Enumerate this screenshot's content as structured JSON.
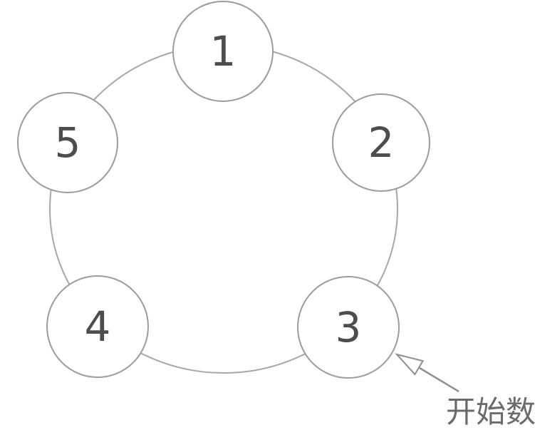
{
  "diagram": {
    "type": "counting-circle",
    "nodes": [
      {
        "label": "1"
      },
      {
        "label": "2"
      },
      {
        "label": "3"
      },
      {
        "label": "4"
      },
      {
        "label": "5"
      }
    ],
    "annotation": {
      "label": "开始数",
      "icon": "arrow-pointer-icon",
      "points_to_node": "3"
    },
    "colors": {
      "background": "#ffffff",
      "ring_stroke": "#a8a8a8",
      "node_stroke": "#9c9c9c",
      "node_fill": "#ffffff",
      "number_color": "#4d4d4d",
      "arrow_color": "#8f8f8f",
      "label_color": "#6b6b6b"
    }
  }
}
